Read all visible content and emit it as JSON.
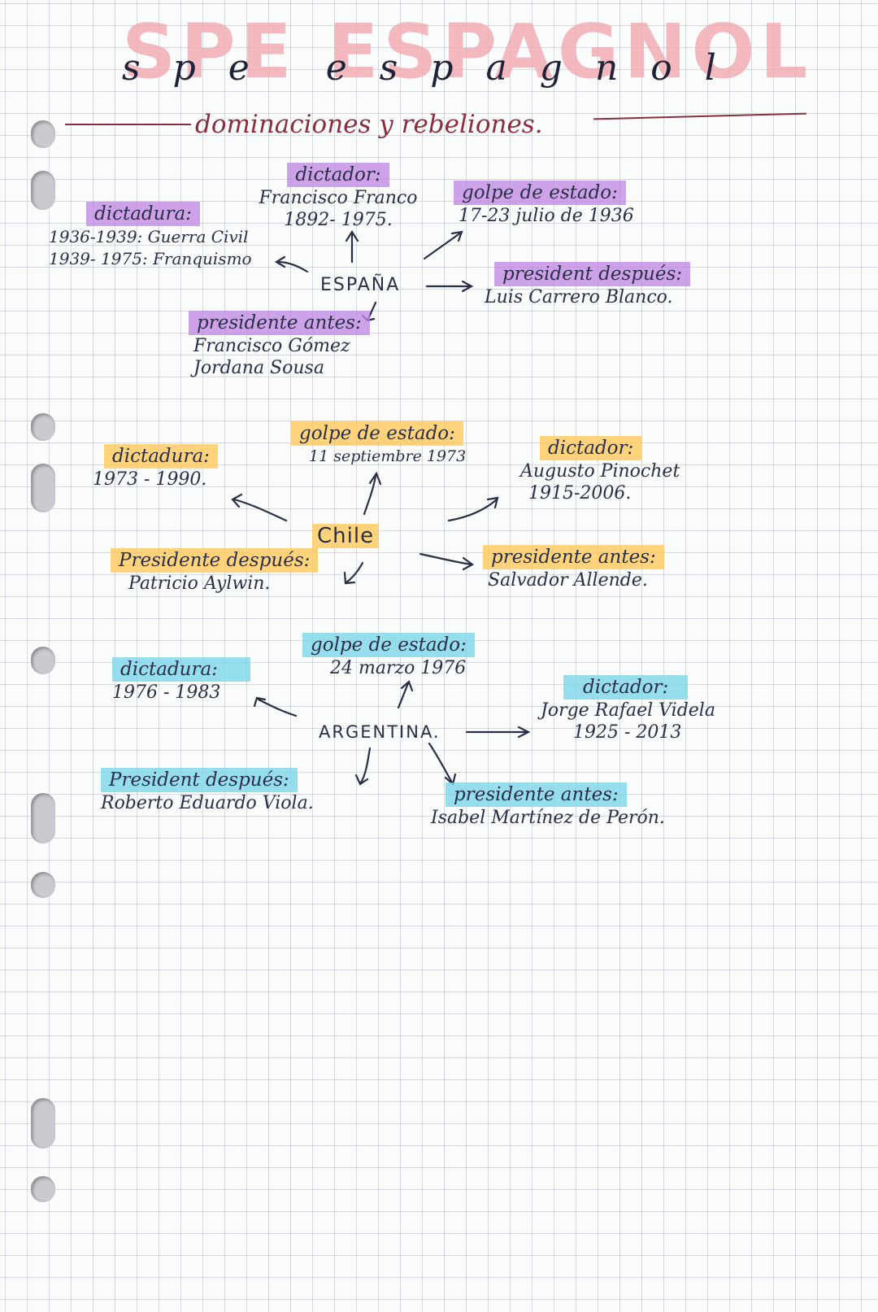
{
  "title": "SPE ESPAGNOL",
  "title_script": "spe espagnol",
  "subtitle": "dominaciones y rebeliones.",
  "espana": {
    "name": "ESPAÑA",
    "dictador_label": "dictador:",
    "dictador_name": "Francisco Franco",
    "dictador_years": "1892- 1975.",
    "dictadura_label": "dictadura:",
    "dictadura_line1": "1936-1939: Guerra Civil",
    "dictadura_line2": "1939- 1975: Franquismo",
    "golpe_label": "golpe de estado:",
    "golpe_date": "17-23 julio de 1936",
    "despues_label": "president después:",
    "despues_name": "Luis Carrero Blanco.",
    "antes_label": "presidente antes:",
    "antes_line1": "Francisco Gómez",
    "antes_line2": "Jordana Sousa"
  },
  "chile": {
    "name": "Chile",
    "golpe_label": "golpe de estado:",
    "golpe_date": "11 septiembre 1973",
    "dictadura_label": "dictadura:",
    "dictadura_years": "1973 - 1990.",
    "dictador_label": "dictador:",
    "dictador_name": "Augusto Pinochet",
    "dictador_years": "1915-2006.",
    "despues_label": "Presidente después:",
    "despues_name": "Patricio Aylwin.",
    "antes_label": "presidente antes:",
    "antes_name": "Salvador Allende."
  },
  "argentina": {
    "name": "ARGENTINA.",
    "golpe_label": "golpe de estado:",
    "golpe_date": "24 marzo 1976",
    "dictadura_label": "dictadura:",
    "dictadura_years": "1976 - 1983",
    "dictador_label": "dictador:",
    "dictador_name": "Jorge Rafael Videla",
    "dictador_years": "1925 - 2013",
    "despues_label": "President después:",
    "despues_name": "Roberto Eduardo Viola.",
    "antes_label": "presidente antes:",
    "antes_name": "Isabel Martínez de Perón."
  }
}
